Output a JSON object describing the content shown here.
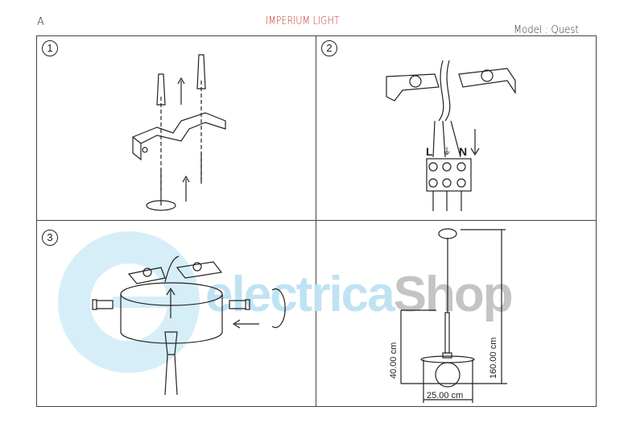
{
  "header": {
    "letter": "A",
    "brand": "IMPERIUM LIGHT",
    "model": "Model : Quest"
  },
  "steps": [
    {
      "number": "1"
    },
    {
      "number": "2"
    },
    {
      "number": "3"
    }
  ],
  "wiring": {
    "terminals": [
      "L",
      "⏚",
      "N"
    ]
  },
  "dimensions": {
    "total_height": "160.00 cm",
    "shade_drop": "40.00 cm",
    "width": "25.00 cm"
  },
  "watermark": {
    "part1": "electrica",
    "part2": "Shop"
  }
}
